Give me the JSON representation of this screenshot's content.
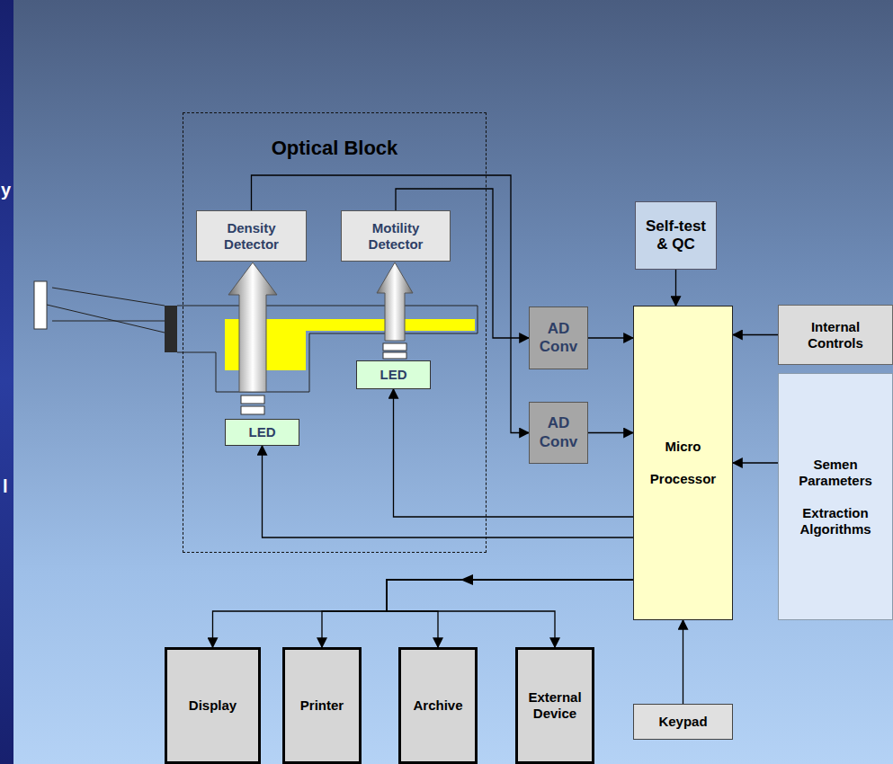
{
  "diagram": {
    "nodes": [
      {
        "text": [
          "Optical Block"
        ]
      },
      {
        "text": [
          "Density Detector"
        ],
        "in": 0
      },
      {
        "text": [
          "Motility Detector"
        ],
        "in": 0
      },
      {
        "text": [
          "LED"
        ],
        "in": 0
      },
      {
        "text": [
          "LED"
        ],
        "in": 0
      },
      {
        "text": [
          "Self-test & QC"
        ]
      },
      {
        "text": [
          "AD Conv"
        ]
      },
      {
        "text": [
          "AD Conv"
        ]
      },
      {
        "text": [
          "Micro Processor"
        ]
      },
      {
        "text": [
          "Internal Controls"
        ]
      },
      {
        "text": [
          "Semen Parameters",
          "Extraction Algorithms"
        ]
      },
      {
        "text": [
          "Display"
        ]
      },
      {
        "text": [
          "Printer"
        ]
      },
      {
        "text": [
          "Archive"
        ]
      },
      {
        "text": [
          "External Device"
        ]
      },
      {
        "text": [
          "Keypad"
        ]
      }
    ],
    "edges": [
      {
        "from": 1,
        "to": 7,
        "arrow": "to"
      },
      {
        "from": 2,
        "to": 6,
        "arrow": "to"
      },
      {
        "from": 6,
        "to": 8,
        "arrow": "to"
      },
      {
        "from": 7,
        "to": 8,
        "arrow": "to"
      },
      {
        "from": 5,
        "to": 8,
        "arrow": "to"
      },
      {
        "from": 9,
        "to": 8,
        "arrow": "to"
      },
      {
        "from": 10,
        "to": 8,
        "arrow": "to"
      },
      {
        "from": 8,
        "to": 3,
        "arrow": "to"
      },
      {
        "from": 8,
        "to": 4,
        "arrow": "to"
      },
      {
        "from": 8,
        "to": 11,
        "arrow": "to"
      },
      {
        "from": 8,
        "to": 12,
        "arrow": "to"
      },
      {
        "from": 8,
        "to": 13,
        "arrow": "to"
      },
      {
        "from": 8,
        "to": 14,
        "arrow": "to"
      },
      {
        "from": 15,
        "to": 8,
        "arrow": "to"
      }
    ],
    "labels": [
      "y",
      "l"
    ]
  }
}
